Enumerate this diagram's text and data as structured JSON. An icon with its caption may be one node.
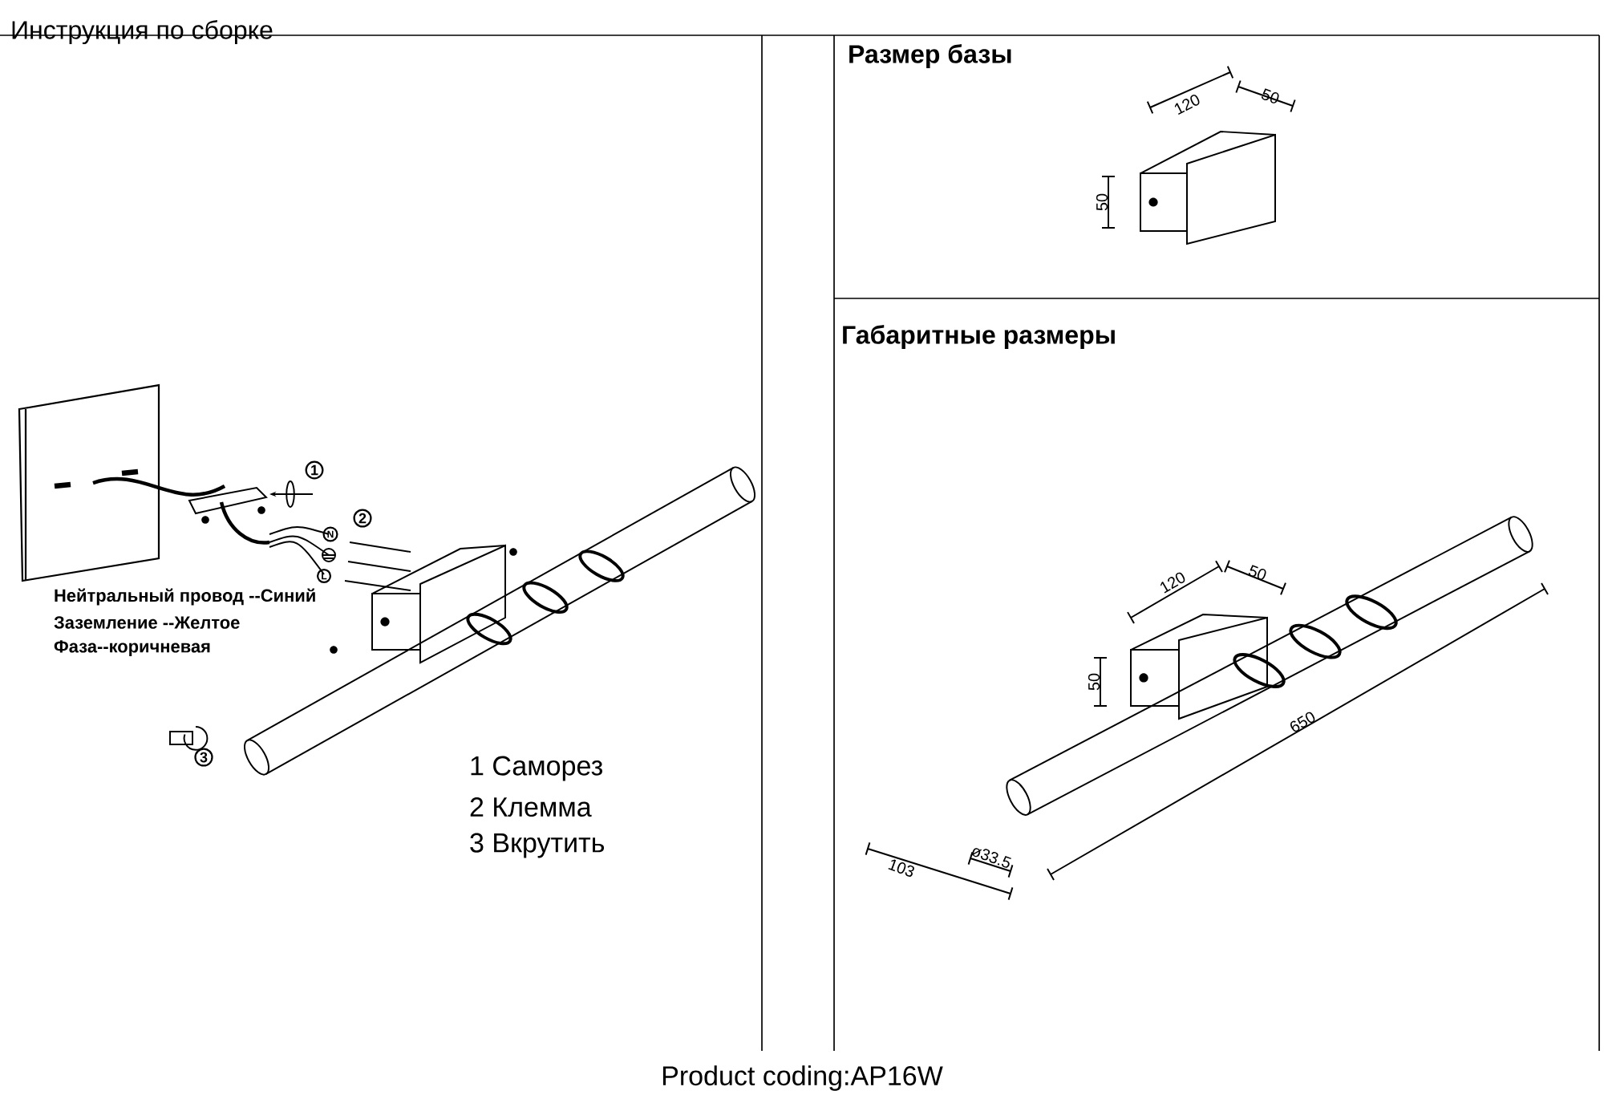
{
  "diagram": {
    "title": "Инструкция по сборке",
    "labels": [
      "Размер базы",
      "Габаритные размеры",
      "1",
      "2",
      "N",
      "L",
      "3",
      "Нейтральный провод --Синий",
      "Заземление --Желтое",
      "Фаза--коричневая",
      "1 Саморез",
      "2 Клемма",
      "3 Вкрутить",
      "120",
      "50",
      "50",
      "120",
      "50",
      "50",
      "650",
      "103",
      "ø33.5"
    ],
    "caption": "Product coding:AP16W"
  }
}
